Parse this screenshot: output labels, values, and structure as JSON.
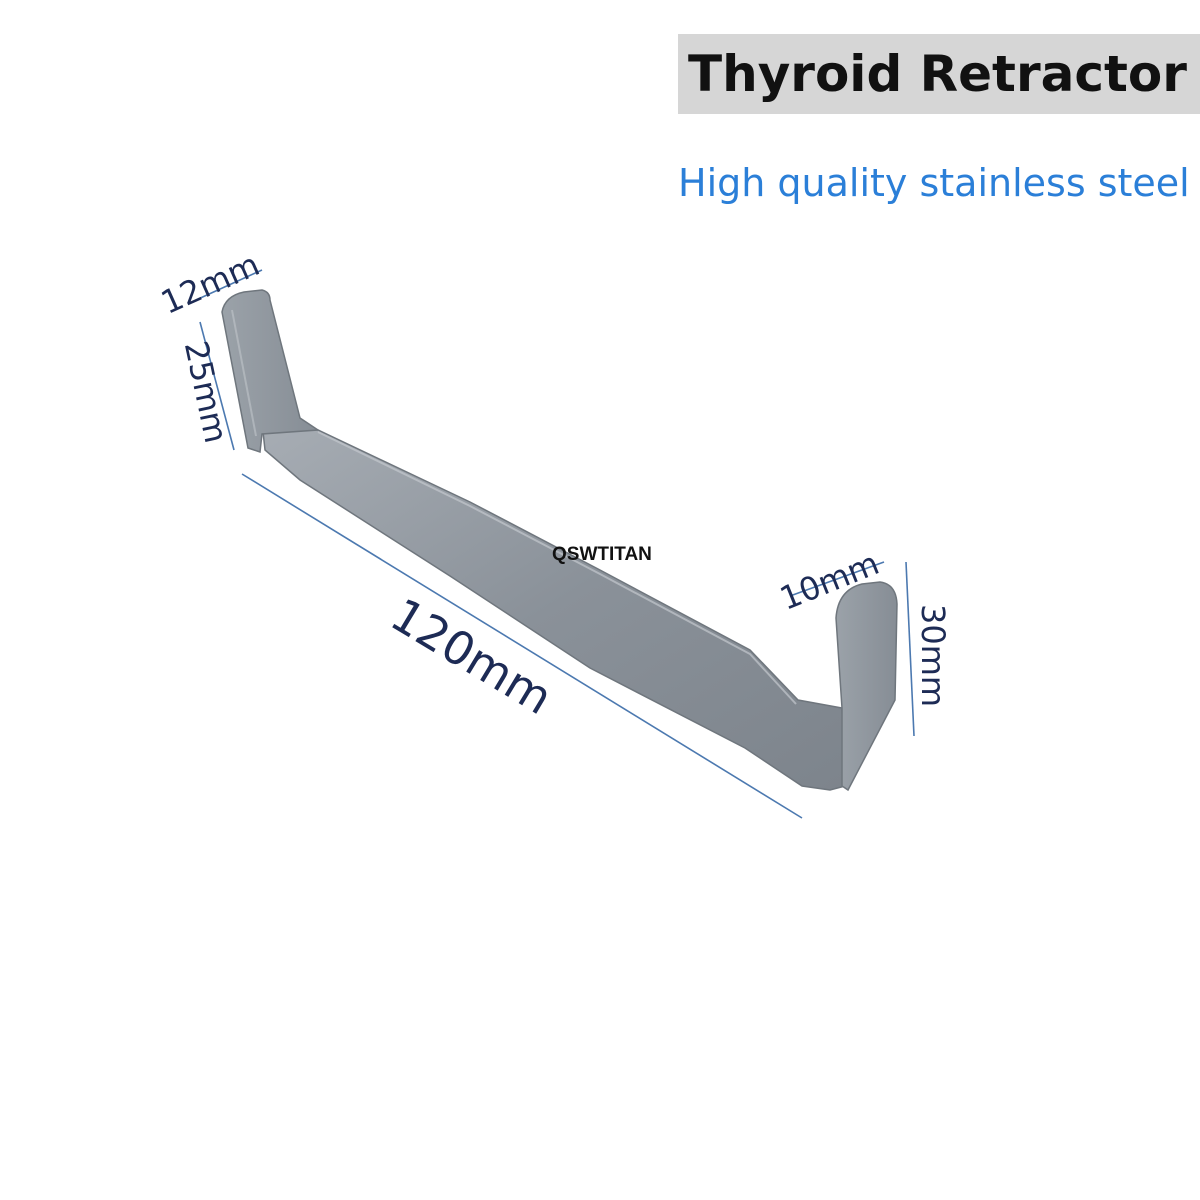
{
  "title": "Thyroid Retractor",
  "subtitle": "High quality stainless steel",
  "brand": "QSWTITAN",
  "dimensions": {
    "left_blade_width": "12mm",
    "left_blade_length": "25mm",
    "shaft_length": "120mm",
    "right_blade_width": "10mm",
    "right_blade_length": "30mm"
  },
  "colors": {
    "title_background": "#d6d6d6",
    "subtitle": "#2b7fd8",
    "dimension_line": "#4c79b0",
    "instrument": "#8c939b"
  }
}
